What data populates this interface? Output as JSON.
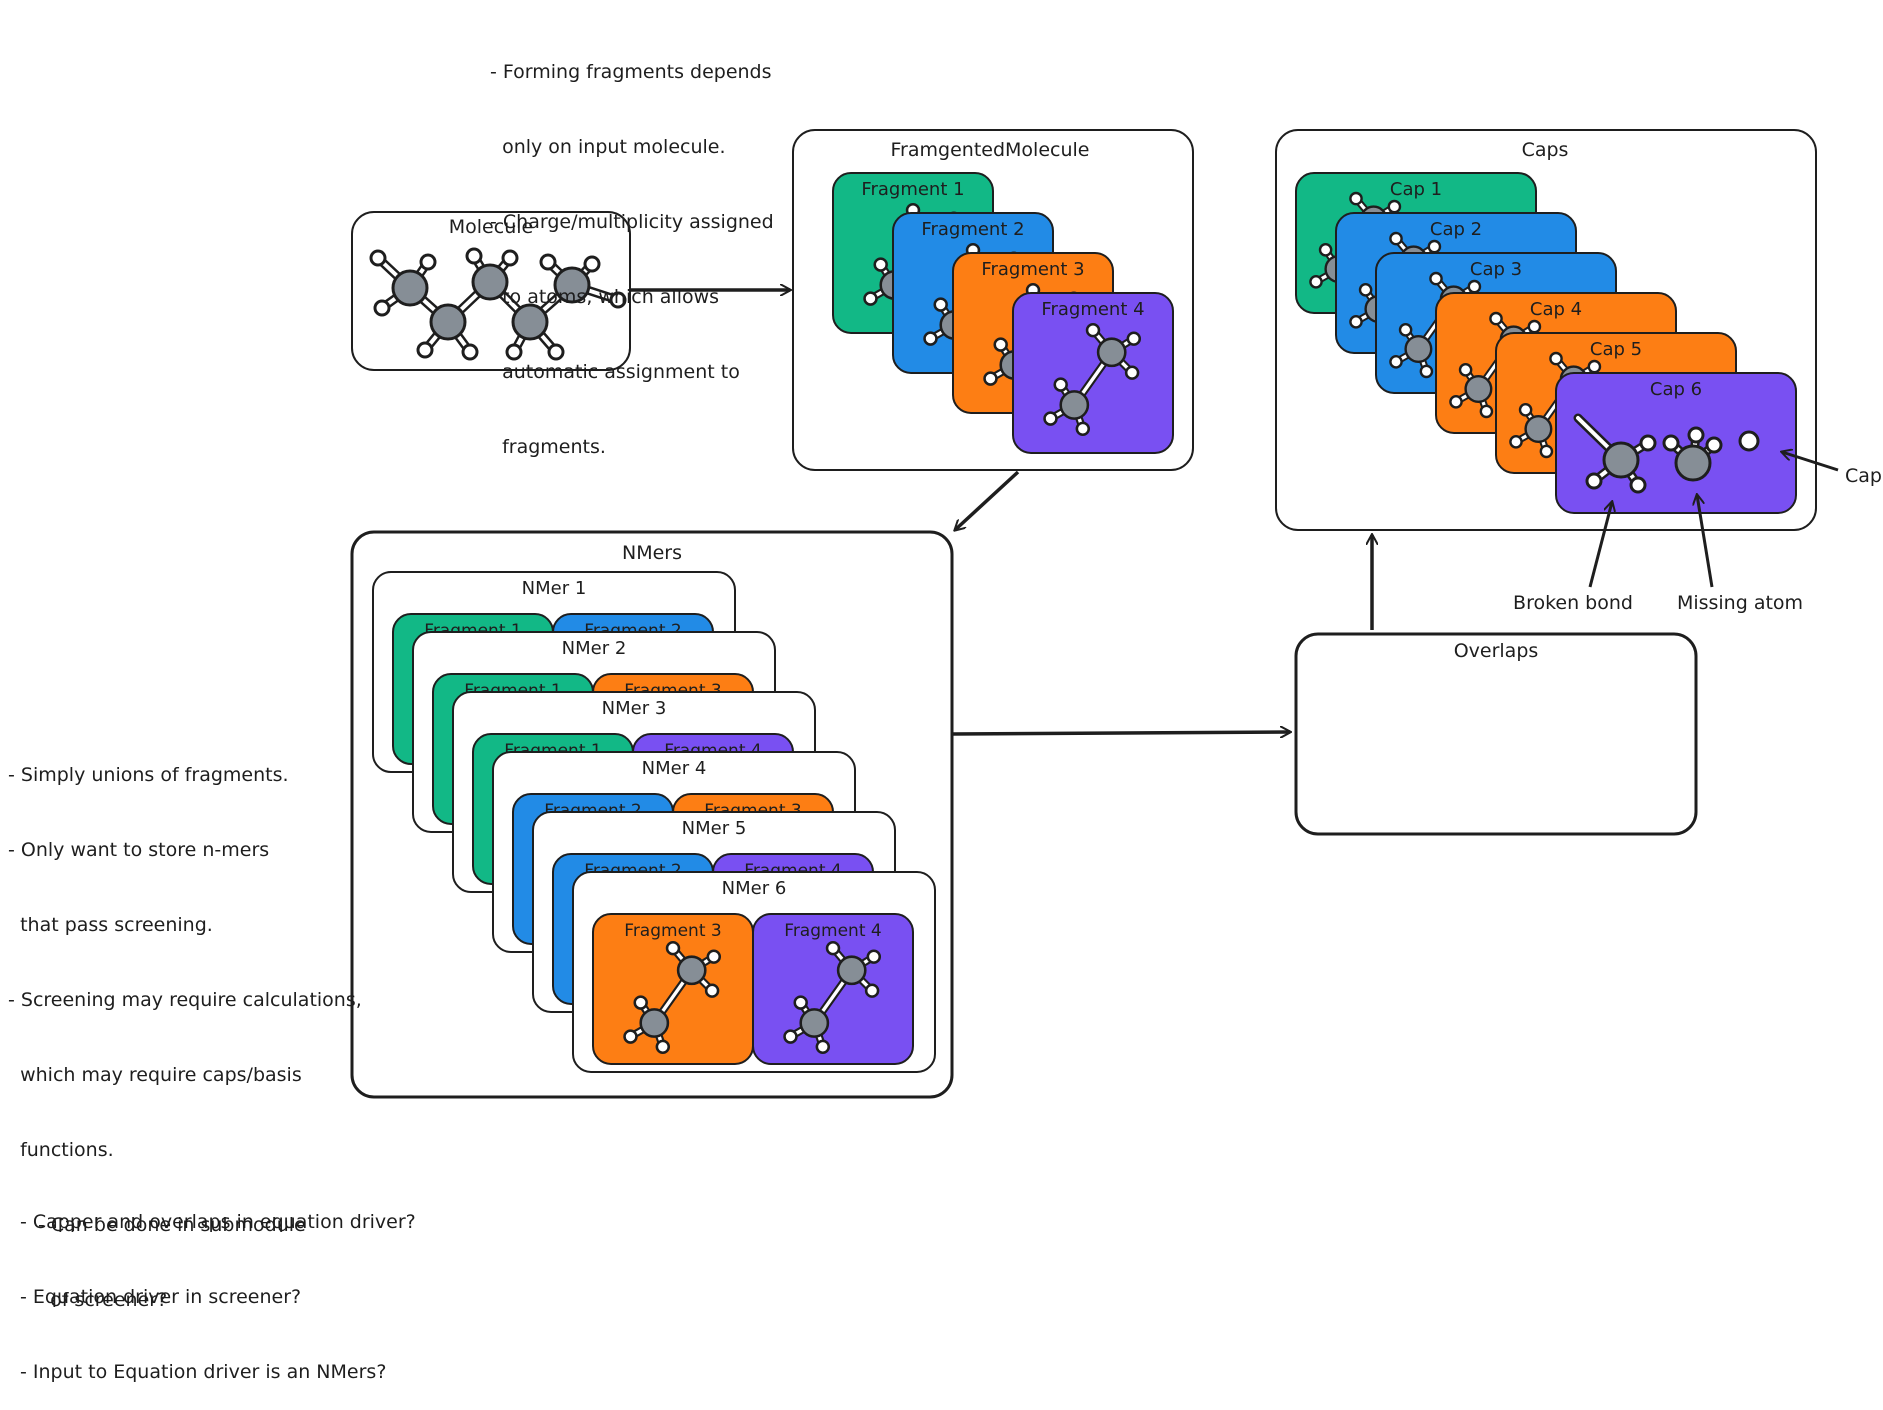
{
  "notes": {
    "top": [
      "- Forming fragments depends",
      "  only on input molecule.",
      "- Charge/multiplicity assigned",
      "  to atoms, which allows",
      "  automatic assignment to",
      "  fragments."
    ],
    "left": [
      "- Simply unions of fragments.",
      "- Only want to store n-mers",
      "  that pass screening.",
      "- Screening may require calculations,",
      "  which may require caps/basis",
      "  functions.",
      "- Can be done in submodule",
      "  of screener?"
    ],
    "bottom": [
      "- Capper and overlaps in equation driver?",
      "- Equation driver in screener?",
      "- Input to Equation driver is an NMers?"
    ]
  },
  "boxes": {
    "molecule": "Molecule",
    "fragmented": "FramgentedMolecule",
    "caps": "Caps",
    "nmers": "NMers",
    "overlaps": "Overlaps"
  },
  "fragments": [
    {
      "label": "Fragment 1",
      "color": "#12b886"
    },
    {
      "label": "Fragment 2",
      "color": "#228be6"
    },
    {
      "label": "Fragment 3",
      "color": "#fd7e14"
    },
    {
      "label": "Fragment 4",
      "color": "#7950f2"
    }
  ],
  "caps_list": [
    {
      "label": "Cap 1",
      "color": "#12b886"
    },
    {
      "label": "Cap 2",
      "color": "#228be6"
    },
    {
      "label": "Cap 3",
      "color": "#228be6"
    },
    {
      "label": "Cap 4",
      "color": "#fd7e14"
    },
    {
      "label": "Cap 5",
      "color": "#fd7e14"
    },
    {
      "label": "Cap 6",
      "color": "#7950f2"
    }
  ],
  "nmers_list": [
    {
      "label": "NMer 1",
      "frags": [
        "Fragment 1",
        "Fragment 2"
      ],
      "colors": [
        "#12b886",
        "#228be6"
      ]
    },
    {
      "label": "NMer 2",
      "frags": [
        "Fragment 1",
        "Fragment 3"
      ],
      "colors": [
        "#12b886",
        "#fd7e14"
      ]
    },
    {
      "label": "NMer 3",
      "frags": [
        "Fragment 1",
        "Fragment 4"
      ],
      "colors": [
        "#12b886",
        "#7950f2"
      ]
    },
    {
      "label": "NMer 4",
      "frags": [
        "Fragment 2",
        "Fragment 3"
      ],
      "colors": [
        "#228be6",
        "#fd7e14"
      ]
    },
    {
      "label": "NMer 5",
      "frags": [
        "Fragment 2",
        "Fragment 4"
      ],
      "colors": [
        "#228be6",
        "#7950f2"
      ]
    },
    {
      "label": "NMer 6",
      "frags": [
        "Fragment 3",
        "Fragment 4"
      ],
      "colors": [
        "#fd7e14",
        "#7950f2"
      ]
    }
  ],
  "annotations": {
    "cap": "Cap",
    "broken_bond": "Broken bond",
    "missing_atom": "Missing atom"
  },
  "colors": {
    "stroke": "#1e1e1e",
    "carbon": "#868e96",
    "green": "#12b886",
    "blue": "#228be6",
    "orange": "#fd7e14",
    "violet": "#7950f2"
  }
}
